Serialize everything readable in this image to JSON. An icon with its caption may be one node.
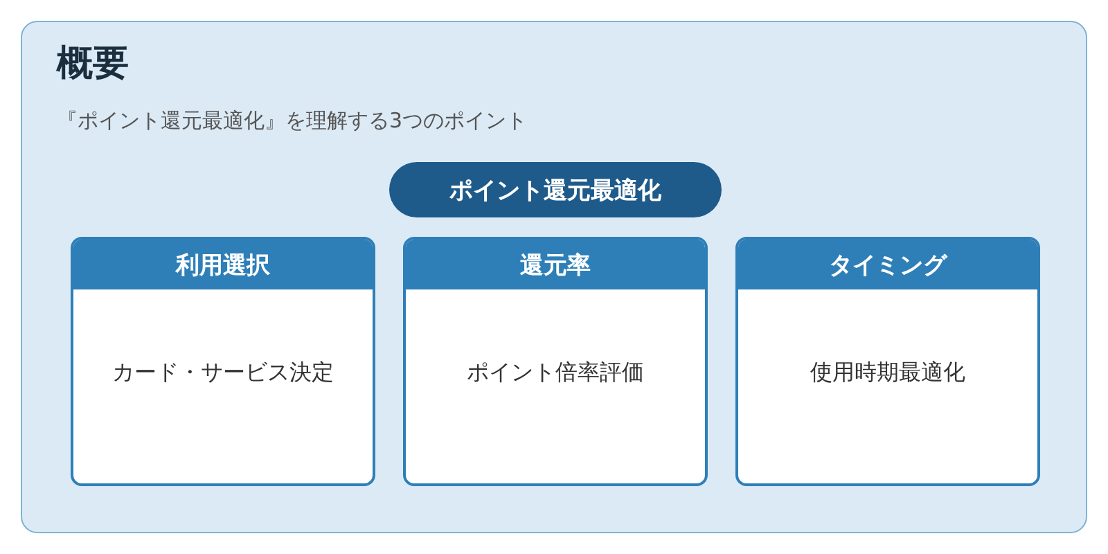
{
  "diagram": {
    "nodes": [
      {
        "text": [
          "概要",
          "『ポイント還元最適化』を理解する3つのポイント"
        ]
      },
      {
        "text": [
          "ポイント還元最適化"
        ],
        "in": 0
      },
      {
        "text": [
          "利用選択",
          "カード・サービス決定"
        ],
        "in": 0
      },
      {
        "text": [
          "還元率",
          "ポイント倍率評価"
        ],
        "in": 0
      },
      {
        "text": [
          "タイミング",
          "使用時期最適化"
        ],
        "in": 0
      }
    ]
  }
}
